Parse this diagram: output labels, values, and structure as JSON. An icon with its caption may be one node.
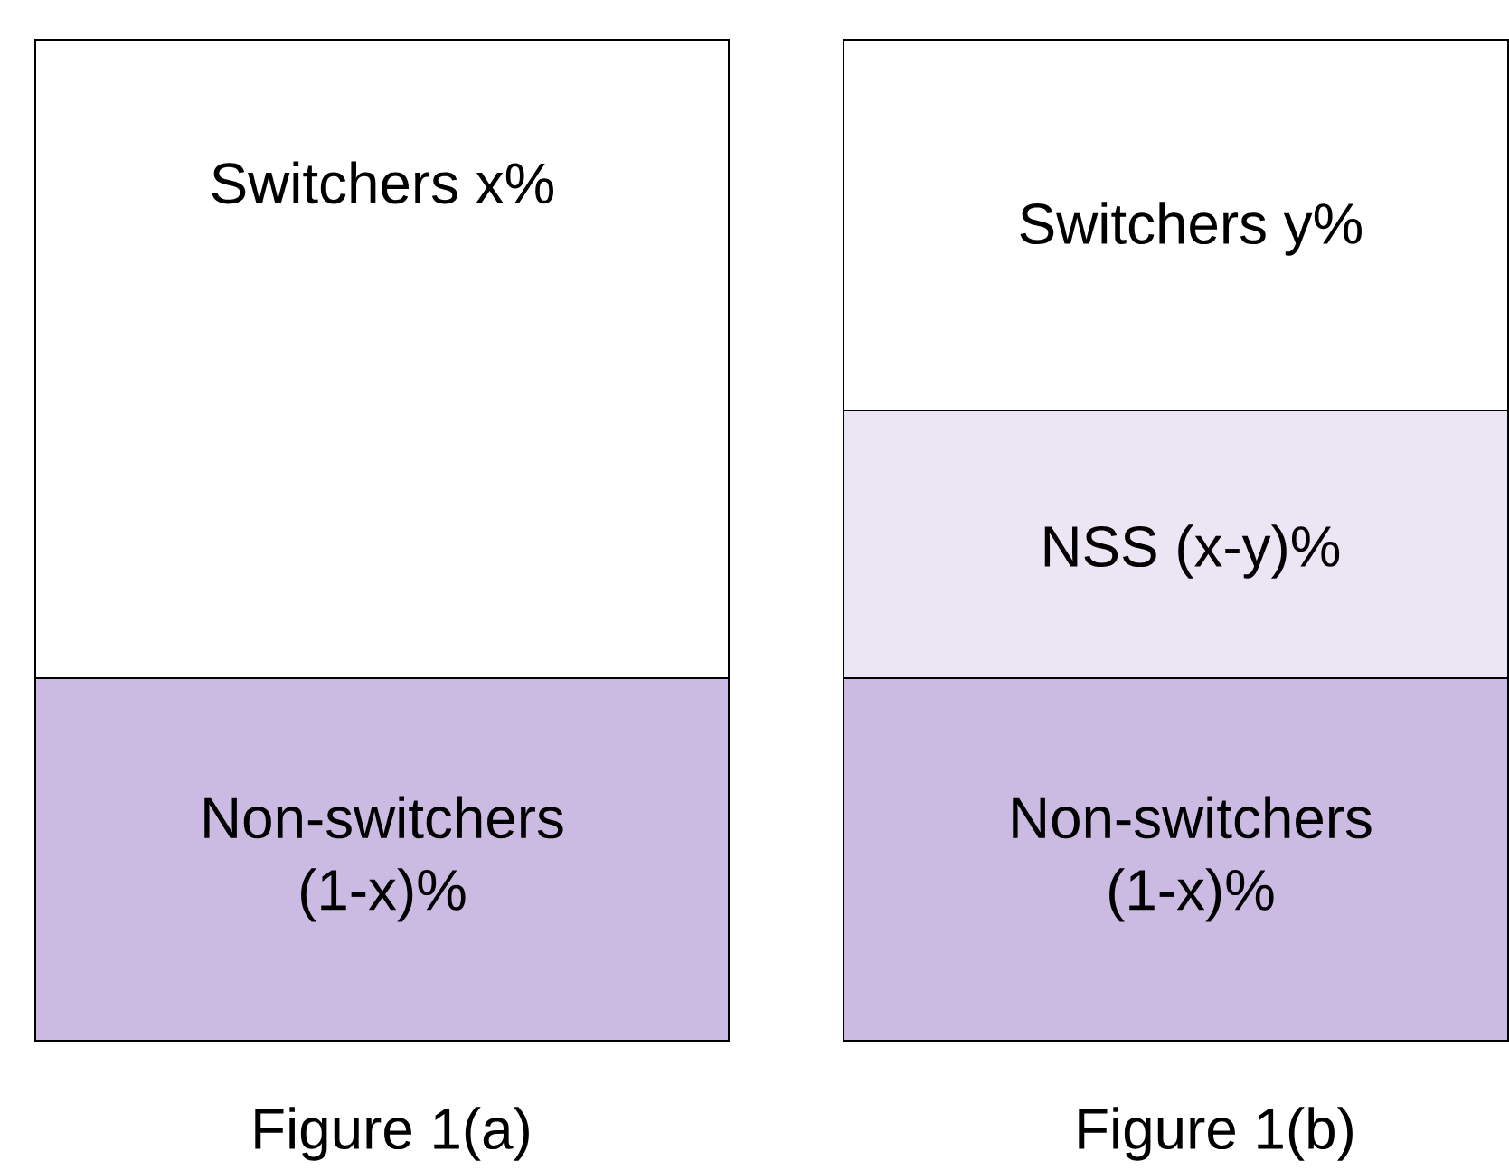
{
  "diagram": {
    "nodes": [
      {
        "text": [
          "Switchers x%"
        ]
      },
      {
        "text": [
          "Non-switchers (1-x)%"
        ]
      },
      {
        "text": [
          "Switchers y%"
        ]
      },
      {
        "text": [
          "NSS (x-y)%"
        ]
      },
      {
        "text": [
          "Non-switchers (1-x)%"
        ]
      }
    ],
    "labels": [
      "Figure 1(a)",
      "Figure 1(b)"
    ]
  }
}
